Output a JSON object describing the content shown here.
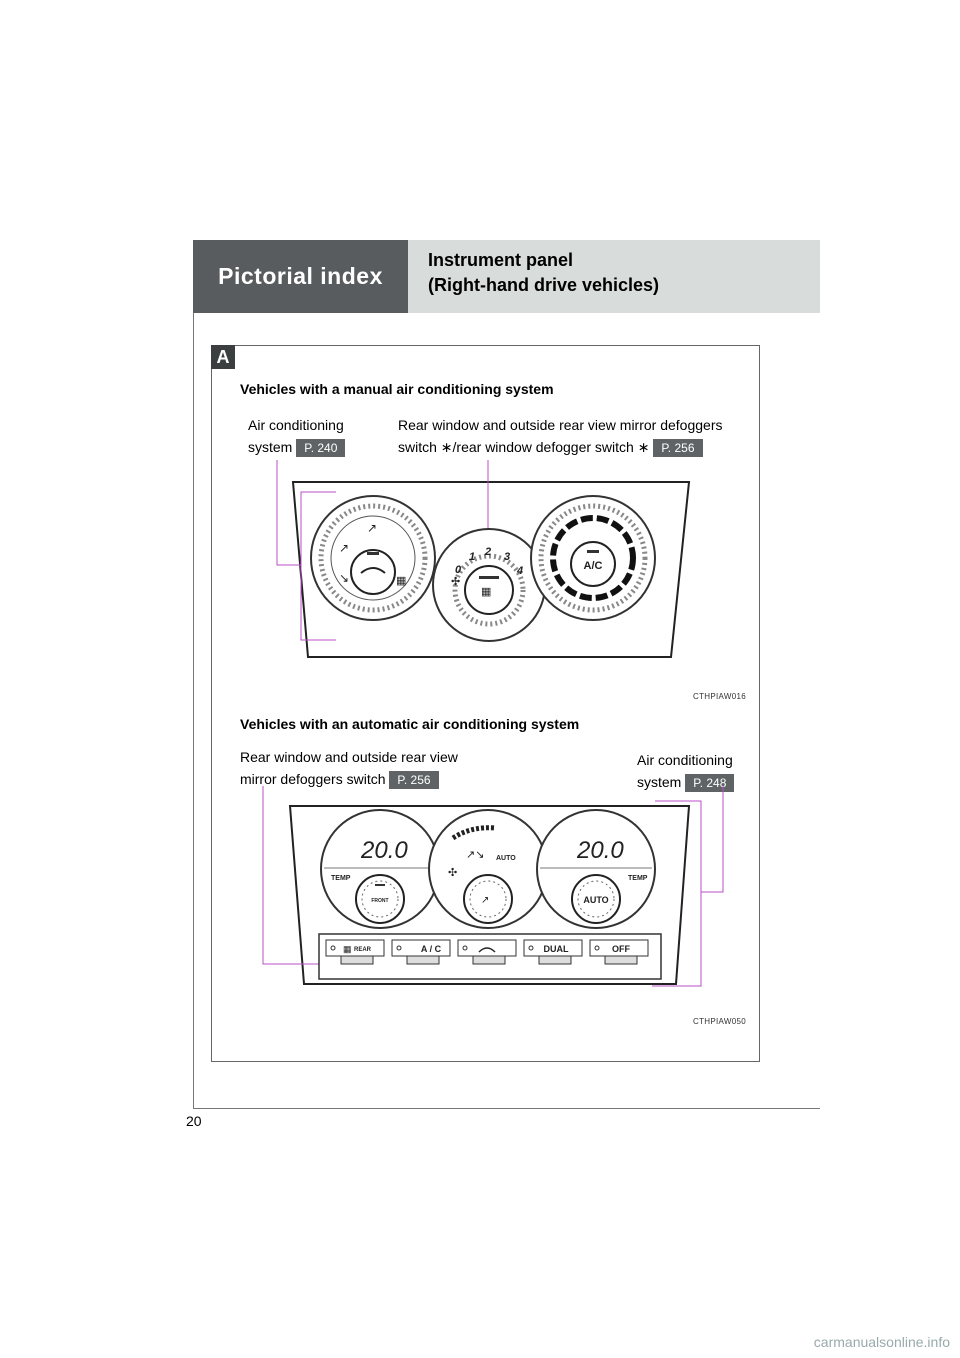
{
  "header": {
    "section": "Pictorial index",
    "title_line1": "Instrument panel",
    "title_line2": "(Right-hand drive vehicles)"
  },
  "section_badge": "A",
  "manual": {
    "title": "Vehicles with a manual air conditioning system",
    "ac_label_line1": "Air conditioning",
    "ac_label_line2": "system",
    "ac_ref": "P. 240",
    "defog_label_line1": "Rear window and outside rear view mirror defoggers",
    "defog_label_line2": "switch ∗/rear window defogger switch ∗",
    "defog_ref": "P. 256",
    "fan_speeds": [
      "0",
      "1",
      "2",
      "3",
      "4"
    ],
    "ac_button": "A/C",
    "caption": "CTHPIAW016"
  },
  "automatic": {
    "title": "Vehicles with an automatic air conditioning system",
    "defog_label_line1": "Rear window and outside rear view",
    "defog_label_line2": "mirror defoggers switch",
    "defog_ref": "P. 256",
    "ac_label_line1": "Air conditioning",
    "ac_label_line2": "system",
    "ac_ref": "P. 248",
    "temp_left": "20.0",
    "temp_right": "20.0",
    "temp_label": "TEMP",
    "auto_label": "AUTO",
    "front_label": "FRONT",
    "buttons": [
      "REAR",
      "A / C",
      "",
      "DUAL",
      "OFF"
    ],
    "caption": "CTHPIAW050"
  },
  "page_number": "20",
  "watermark": "carmanualsonline.info",
  "colors": {
    "header_dark": "#585c5e",
    "header_light": "#d8dcdb",
    "leader_line": "#b84fc4"
  }
}
